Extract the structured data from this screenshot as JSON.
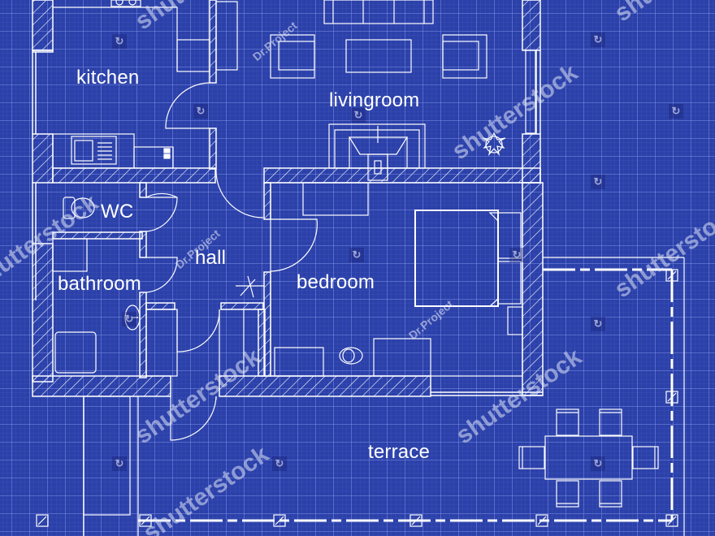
{
  "diagram": {
    "type": "floor-plan",
    "style": "blueprint",
    "colors": {
      "background": "#2b40a9",
      "grid_major": "#8093e6",
      "grid_minor": "#4a5ec0",
      "lines": "#ffffff",
      "watermark": "#dce1f5"
    },
    "rooms": [
      {
        "id": "kitchen",
        "label": "kitchen"
      },
      {
        "id": "livingroom",
        "label": "livingroom"
      },
      {
        "id": "wc",
        "label": "WC"
      },
      {
        "id": "hall",
        "label": "hall"
      },
      {
        "id": "bathroom",
        "label": "bathroom"
      },
      {
        "id": "bedroom",
        "label": "bedroom"
      },
      {
        "id": "terrace",
        "label": "terrace"
      }
    ],
    "watermarks": {
      "stock": "shutterstock",
      "author": "Dr.Project"
    }
  }
}
